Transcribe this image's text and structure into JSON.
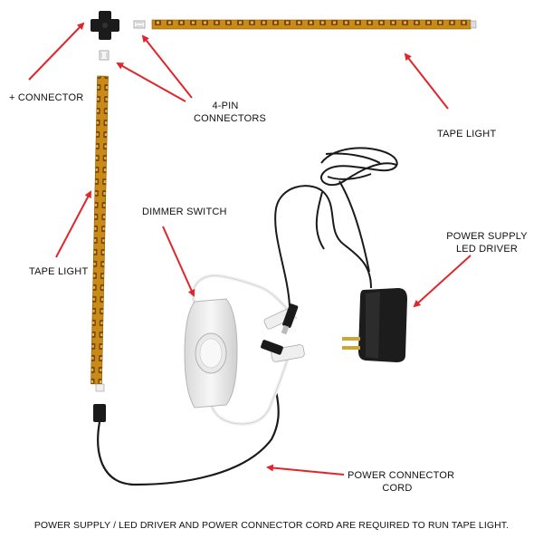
{
  "labels": {
    "plus_connector": "+ CONNECTOR",
    "four_pin_line1": "4-PIN",
    "four_pin_line2": "CONNECTORS",
    "tape_light_top": "TAPE LIGHT",
    "tape_light_left": "TAPE LIGHT",
    "dimmer_switch": "DIMMER SWITCH",
    "power_supply_line1": "POWER SUPPLY",
    "power_supply_line2": "LED DRIVER",
    "power_cord_line1": "POWER CONNECTOR",
    "power_cord_line2": "CORD"
  },
  "footer": "POWER SUPPLY / LED DRIVER AND POWER CONNECTOR CORD ARE REQUIRED TO RUN TAPE LIGHT.",
  "colors": {
    "arrow": "#e0262a",
    "tape": "#c98a16",
    "tape_dark": "#6b3f05",
    "cable_black": "#1a1a1a",
    "dimmer_white": "#f2f2f2"
  }
}
